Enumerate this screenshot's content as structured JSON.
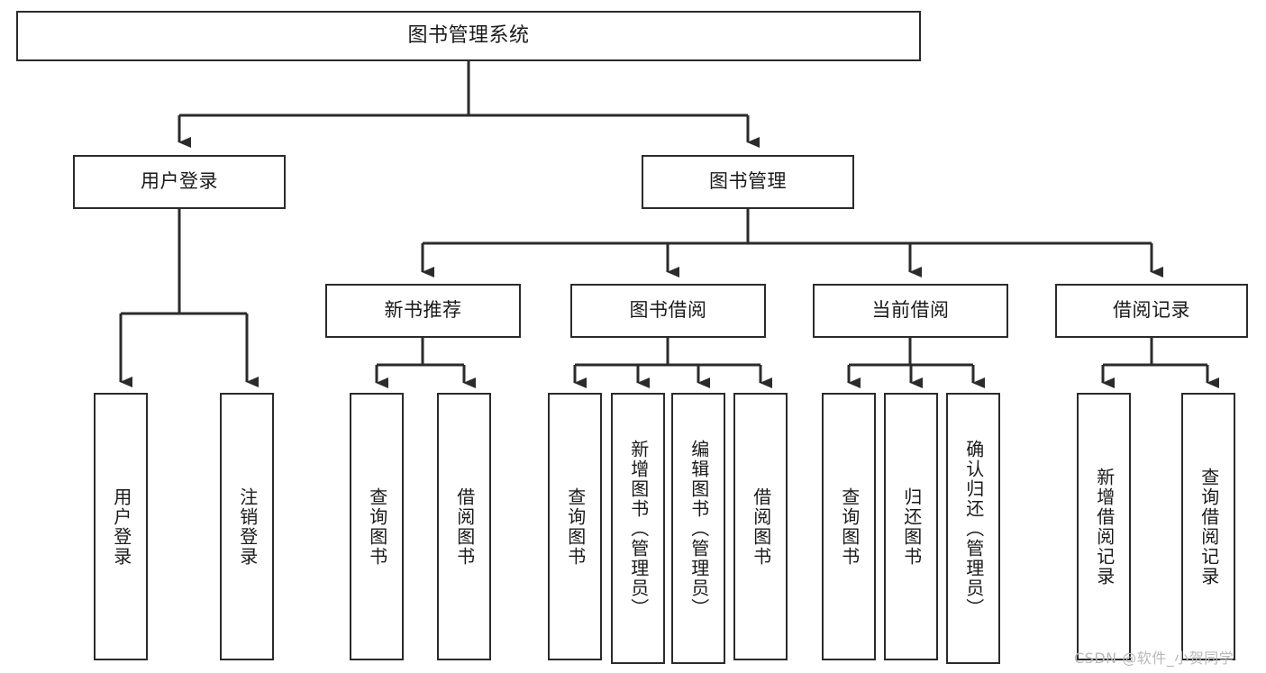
{
  "diagram": {
    "title": "图书管理系统",
    "type": "functional-decomposition-tree",
    "background_color": "#ffffff",
    "line_color": "#2b2b2b",
    "text_color": "#1a1a1a",
    "root": {
      "label": "图书管理系统"
    },
    "level2": [
      {
        "label": "用户登录"
      },
      {
        "label": "图书管理"
      }
    ],
    "level3": [
      {
        "label": "新书推荐"
      },
      {
        "label": "图书借阅"
      },
      {
        "label": "当前借阅"
      },
      {
        "label": "借阅记录"
      }
    ],
    "leaves": {
      "user_login": [
        {
          "label": "用户登录"
        },
        {
          "label": "注销登录"
        }
      ],
      "new_book_recommend": [
        {
          "label": "查询图书"
        },
        {
          "label": "借阅图书"
        }
      ],
      "book_borrow": [
        {
          "label": "查询图书"
        },
        {
          "label": "新增图书（管理员）"
        },
        {
          "label": "编辑图书（管理员）"
        },
        {
          "label": "借阅图书"
        }
      ],
      "current_borrow": [
        {
          "label": "查询图书"
        },
        {
          "label": "归还图书"
        },
        {
          "label": "确认归还（管理员）"
        }
      ],
      "borrow_record": [
        {
          "label": "新增借阅记录"
        },
        {
          "label": "查询借阅记录"
        }
      ]
    }
  },
  "watermark": {
    "text": "CSDN @软件_小贺同学",
    "color": "#b8b8b8"
  }
}
